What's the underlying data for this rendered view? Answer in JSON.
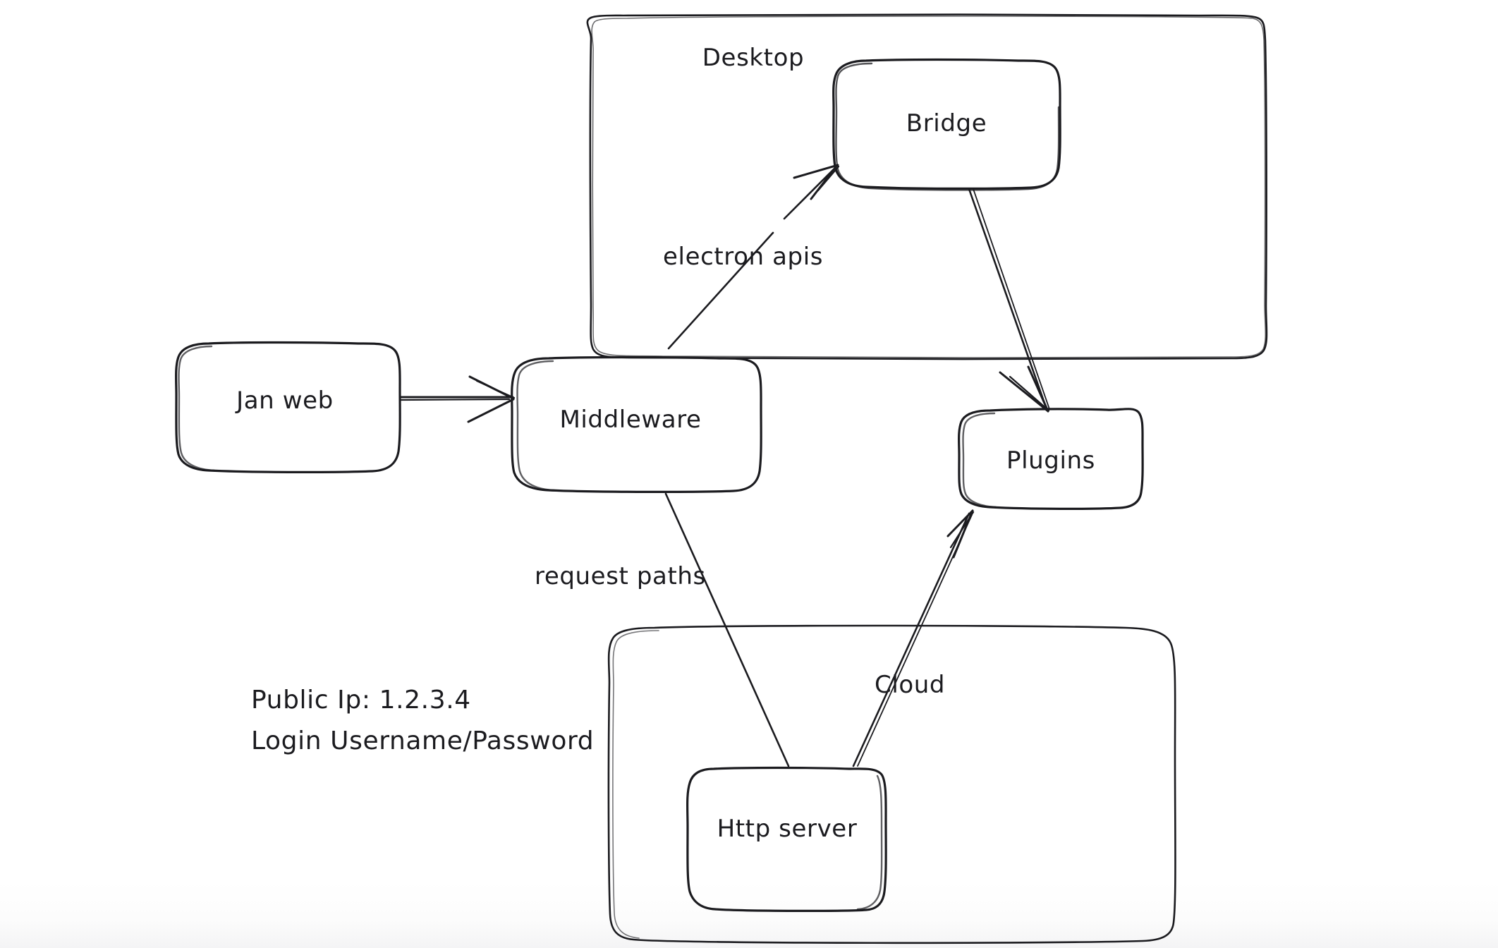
{
  "diagram": {
    "title": "Jan architecture sketch",
    "style": "hand-drawn whiteboard sketch",
    "background_color": "#ffffff",
    "stroke_color": "#1b1b1f",
    "containers": [
      {
        "id": "desktop",
        "label": "Desktop"
      },
      {
        "id": "cloud_group",
        "label": ""
      }
    ],
    "nodes": [
      {
        "id": "jan_web",
        "label": "Jan web"
      },
      {
        "id": "middleware",
        "label": "Middleware"
      },
      {
        "id": "bridge",
        "label": "Bridge"
      },
      {
        "id": "plugins",
        "label": "Plugins"
      },
      {
        "id": "http_server",
        "label": "Http server"
      }
    ],
    "edges": [
      {
        "id": "e_janweb_middleware",
        "from": "jan_web",
        "to": "middleware",
        "label": ""
      },
      {
        "id": "e_middleware_bridge",
        "from": "middleware",
        "to": "bridge",
        "label": "electron apis"
      },
      {
        "id": "e_bridge_plugins",
        "from": "bridge",
        "to": "plugins",
        "label": ""
      },
      {
        "id": "e_middleware_http",
        "from": "middleware",
        "to": "http_server",
        "label": "request paths"
      },
      {
        "id": "e_http_plugins",
        "from": "http_server",
        "to": "plugins",
        "label": "Cloud"
      }
    ],
    "notes": {
      "public_ip_line": "Public Ip: 1.2.3.4",
      "login_line": "Login Username/Password"
    }
  }
}
